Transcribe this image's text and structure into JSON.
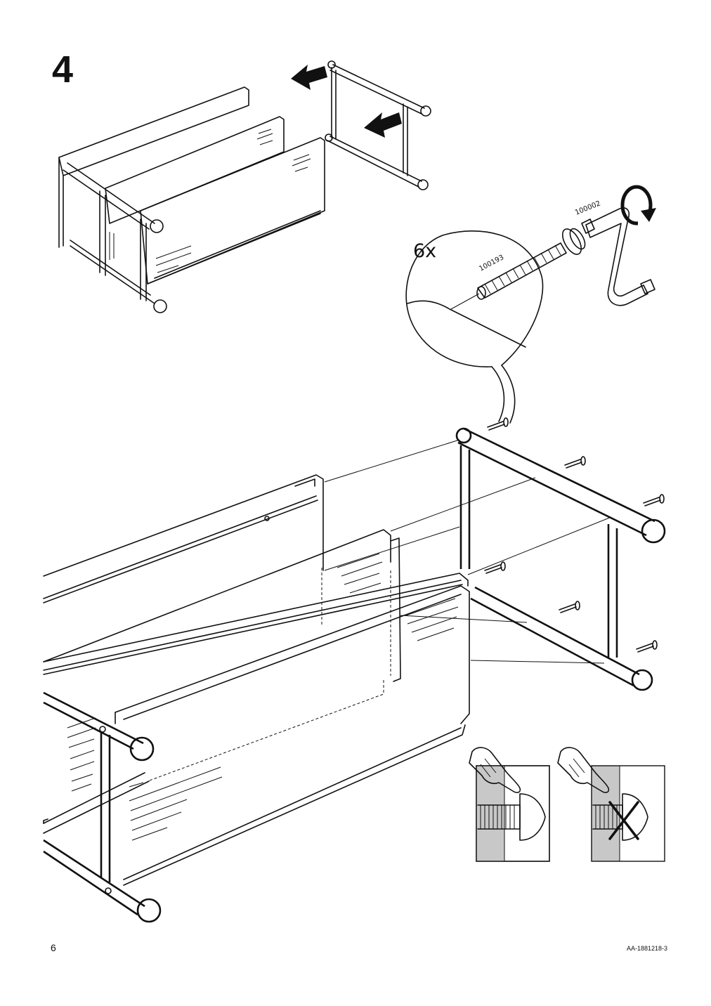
{
  "step": {
    "number": "4"
  },
  "parts": {
    "quantity": "6x",
    "bolt_id": "100193",
    "tool_id": "100002"
  },
  "footer": {
    "page_number": "6",
    "document_code": "AA-1881218-3"
  },
  "icons": [
    "arrow-left-icon",
    "arrow-down-left-icon",
    "rotate-clockwise-icon",
    "hand-pointer-icon",
    "cross-icon"
  ],
  "colors": {
    "ink": "#111111",
    "wall_gray": "#c8c8c8",
    "paper": "#ffffff"
  }
}
